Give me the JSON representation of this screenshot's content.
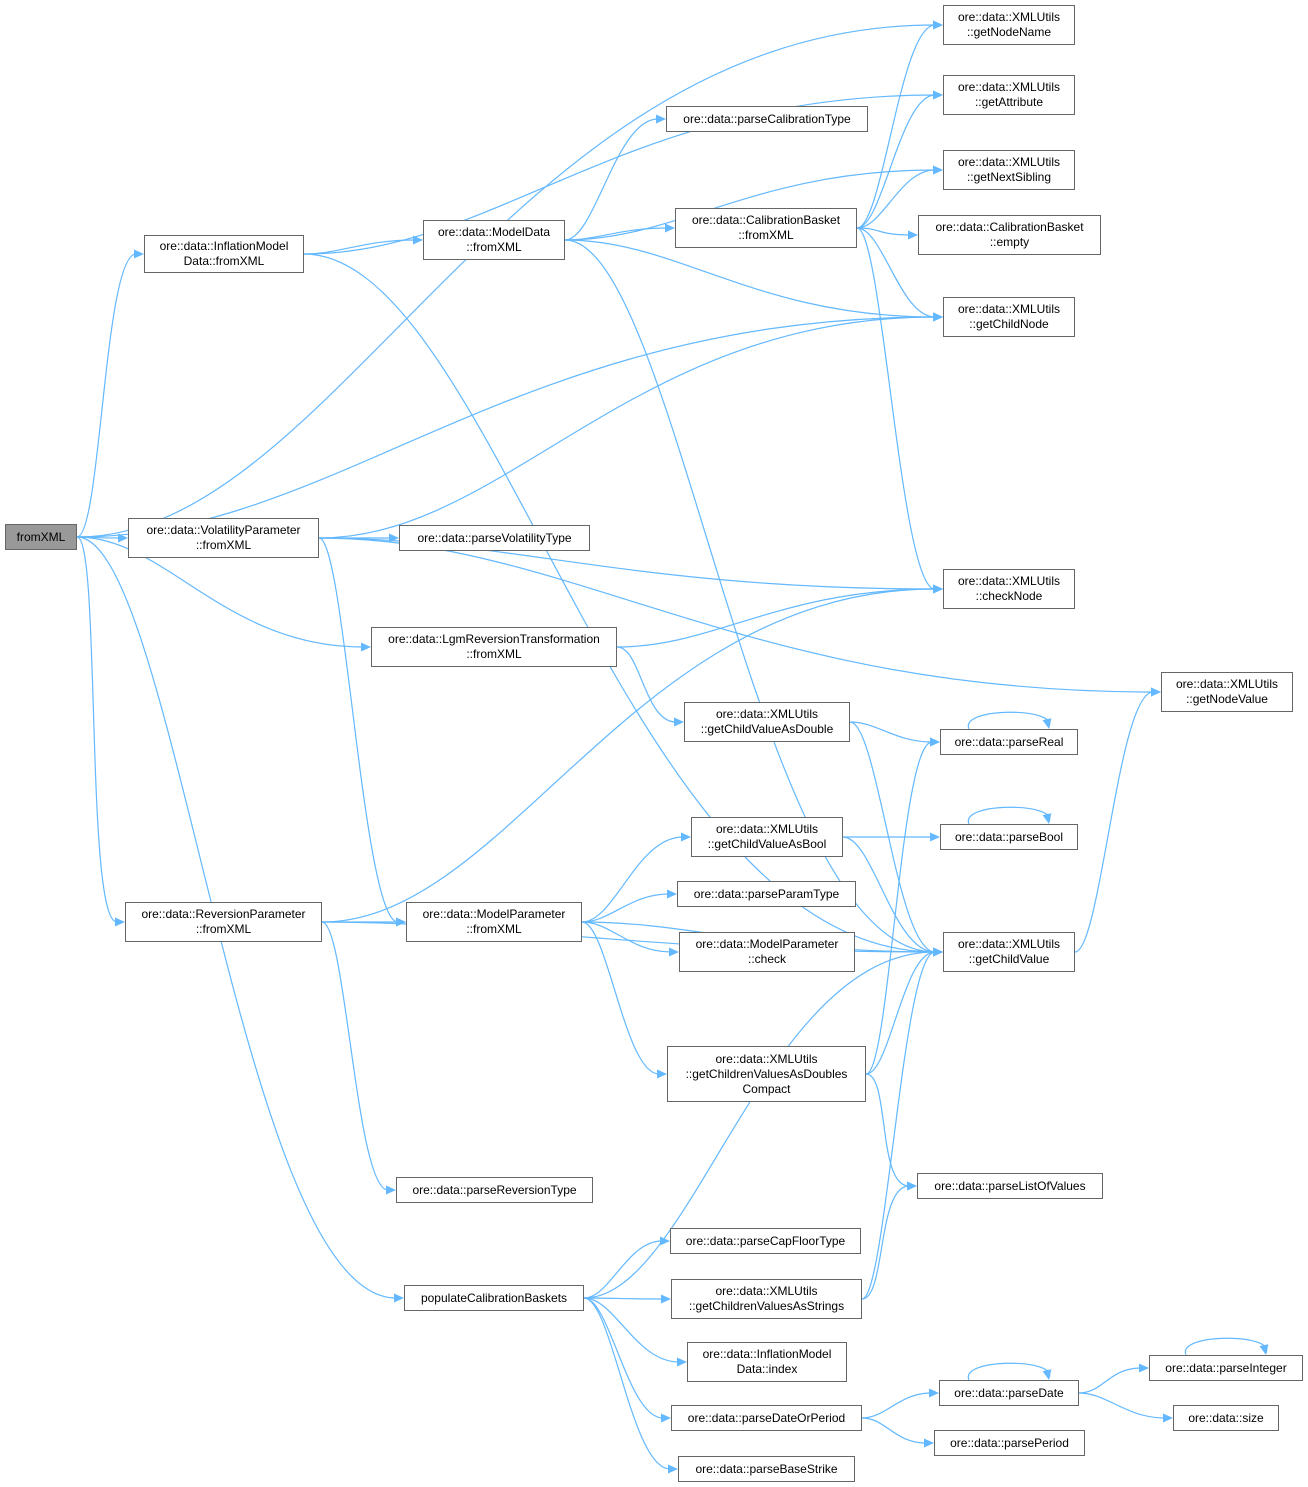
{
  "graph": {
    "edge_color": "#63b8ff",
    "nodes": [
      {
        "id": "n0",
        "lines": [
          "fromXML"
        ],
        "root": true
      },
      {
        "id": "n1",
        "lines": [
          "ore::data::InflationModel",
          "Data::fromXML"
        ]
      },
      {
        "id": "n2",
        "lines": [
          "ore::data::VolatilityParameter",
          "::fromXML"
        ]
      },
      {
        "id": "n3",
        "lines": [
          "ore::data::LgmReversionTransformation",
          "::fromXML"
        ]
      },
      {
        "id": "n4",
        "lines": [
          "ore::data::ReversionParameter",
          "::fromXML"
        ]
      },
      {
        "id": "n5",
        "lines": [
          "populateCalibrationBaskets"
        ]
      },
      {
        "id": "n6",
        "lines": [
          "ore::data::ModelData",
          "::fromXML"
        ]
      },
      {
        "id": "n7",
        "lines": [
          "ore::data::parseCalibrationType"
        ]
      },
      {
        "id": "n8",
        "lines": [
          "ore::data::CalibrationBasket",
          "::fromXML"
        ]
      },
      {
        "id": "n9",
        "lines": [
          "ore::data::XMLUtils",
          "::getNodeName"
        ]
      },
      {
        "id": "n10",
        "lines": [
          "ore::data::XMLUtils",
          "::getAttribute"
        ]
      },
      {
        "id": "n11",
        "lines": [
          "ore::data::XMLUtils",
          "::getNextSibling"
        ]
      },
      {
        "id": "n12",
        "lines": [
          "ore::data::CalibrationBasket",
          "::empty"
        ]
      },
      {
        "id": "n13",
        "lines": [
          "ore::data::XMLUtils",
          "::getChildNode"
        ]
      },
      {
        "id": "n14",
        "lines": [
          "ore::data::parseVolatilityType"
        ]
      },
      {
        "id": "n15",
        "lines": [
          "ore::data::XMLUtils",
          "::checkNode"
        ]
      },
      {
        "id": "n16",
        "lines": [
          "ore::data::XMLUtils",
          "::getNodeValue"
        ]
      },
      {
        "id": "n17",
        "lines": [
          "ore::data::XMLUtils",
          "::getChildValueAsDouble"
        ]
      },
      {
        "id": "n18",
        "lines": [
          "ore::data::parseReal"
        ]
      },
      {
        "id": "n19",
        "lines": [
          "ore::data::XMLUtils",
          "::getChildValueAsBool"
        ]
      },
      {
        "id": "n20",
        "lines": [
          "ore::data::parseBool"
        ]
      },
      {
        "id": "n21",
        "lines": [
          "ore::data::ModelParameter",
          "::fromXML"
        ]
      },
      {
        "id": "n22",
        "lines": [
          "ore::data::parseParamType"
        ]
      },
      {
        "id": "n23",
        "lines": [
          "ore::data::ModelParameter",
          "::check"
        ]
      },
      {
        "id": "n24",
        "lines": [
          "ore::data::XMLUtils",
          "::getChildValue"
        ]
      },
      {
        "id": "n25",
        "lines": [
          "ore::data::XMLUtils",
          "::getChildrenValuesAsDoubles",
          "Compact"
        ]
      },
      {
        "id": "n26",
        "lines": [
          "ore::data::parseReversionType"
        ]
      },
      {
        "id": "n27",
        "lines": [
          "ore::data::parseListOfValues"
        ]
      },
      {
        "id": "n28",
        "lines": [
          "ore::data::parseCapFloorType"
        ]
      },
      {
        "id": "n29",
        "lines": [
          "ore::data::XMLUtils",
          "::getChildrenValuesAsStrings"
        ]
      },
      {
        "id": "n30",
        "lines": [
          "ore::data::InflationModel",
          "Data::index"
        ]
      },
      {
        "id": "n31",
        "lines": [
          "ore::data::parseDateOrPeriod"
        ]
      },
      {
        "id": "n32",
        "lines": [
          "ore::data::parseBaseStrike"
        ]
      },
      {
        "id": "n33",
        "lines": [
          "ore::data::parseDate"
        ]
      },
      {
        "id": "n34",
        "lines": [
          "ore::data::parsePeriod"
        ]
      },
      {
        "id": "n35",
        "lines": [
          "ore::data::parseInteger"
        ]
      },
      {
        "id": "n36",
        "lines": [
          "ore::data::size"
        ]
      }
    ],
    "edges": [
      [
        "n0",
        "n9"
      ],
      [
        "n0",
        "n1"
      ],
      [
        "n0",
        "n13"
      ],
      [
        "n0",
        "n2"
      ],
      [
        "n0",
        "n3"
      ],
      [
        "n0",
        "n4"
      ],
      [
        "n0",
        "n5"
      ],
      [
        "n1",
        "n10"
      ],
      [
        "n1",
        "n6"
      ],
      [
        "n1",
        "n24"
      ],
      [
        "n2",
        "n13"
      ],
      [
        "n2",
        "n16"
      ],
      [
        "n2",
        "n14"
      ],
      [
        "n2",
        "n15"
      ],
      [
        "n2",
        "n21"
      ],
      [
        "n6",
        "n7"
      ],
      [
        "n6",
        "n8"
      ],
      [
        "n6",
        "n11"
      ],
      [
        "n6",
        "n13"
      ],
      [
        "n6",
        "n24"
      ],
      [
        "n8",
        "n9"
      ],
      [
        "n8",
        "n10"
      ],
      [
        "n8",
        "n11"
      ],
      [
        "n8",
        "n12"
      ],
      [
        "n8",
        "n13"
      ],
      [
        "n8",
        "n15"
      ],
      [
        "n3",
        "n15"
      ],
      [
        "n3",
        "n17"
      ],
      [
        "n17",
        "n18"
      ],
      [
        "n17",
        "n24"
      ],
      [
        "n18",
        "n18"
      ],
      [
        "n4",
        "n15"
      ],
      [
        "n4",
        "n21"
      ],
      [
        "n4",
        "n24"
      ],
      [
        "n4",
        "n26"
      ],
      [
        "n21",
        "n19"
      ],
      [
        "n21",
        "n22"
      ],
      [
        "n21",
        "n23"
      ],
      [
        "n21",
        "n24"
      ],
      [
        "n21",
        "n25"
      ],
      [
        "n19",
        "n20"
      ],
      [
        "n19",
        "n24"
      ],
      [
        "n20",
        "n20"
      ],
      [
        "n25",
        "n18"
      ],
      [
        "n25",
        "n24"
      ],
      [
        "n25",
        "n27"
      ],
      [
        "n24",
        "n16"
      ],
      [
        "n5",
        "n24"
      ],
      [
        "n5",
        "n28"
      ],
      [
        "n5",
        "n29"
      ],
      [
        "n5",
        "n30"
      ],
      [
        "n5",
        "n31"
      ],
      [
        "n5",
        "n32"
      ],
      [
        "n29",
        "n27"
      ],
      [
        "n29",
        "n24"
      ],
      [
        "n31",
        "n33"
      ],
      [
        "n31",
        "n34"
      ],
      [
        "n33",
        "n33"
      ],
      [
        "n33",
        "n35"
      ],
      [
        "n33",
        "n36"
      ],
      [
        "n35",
        "n35"
      ]
    ]
  }
}
